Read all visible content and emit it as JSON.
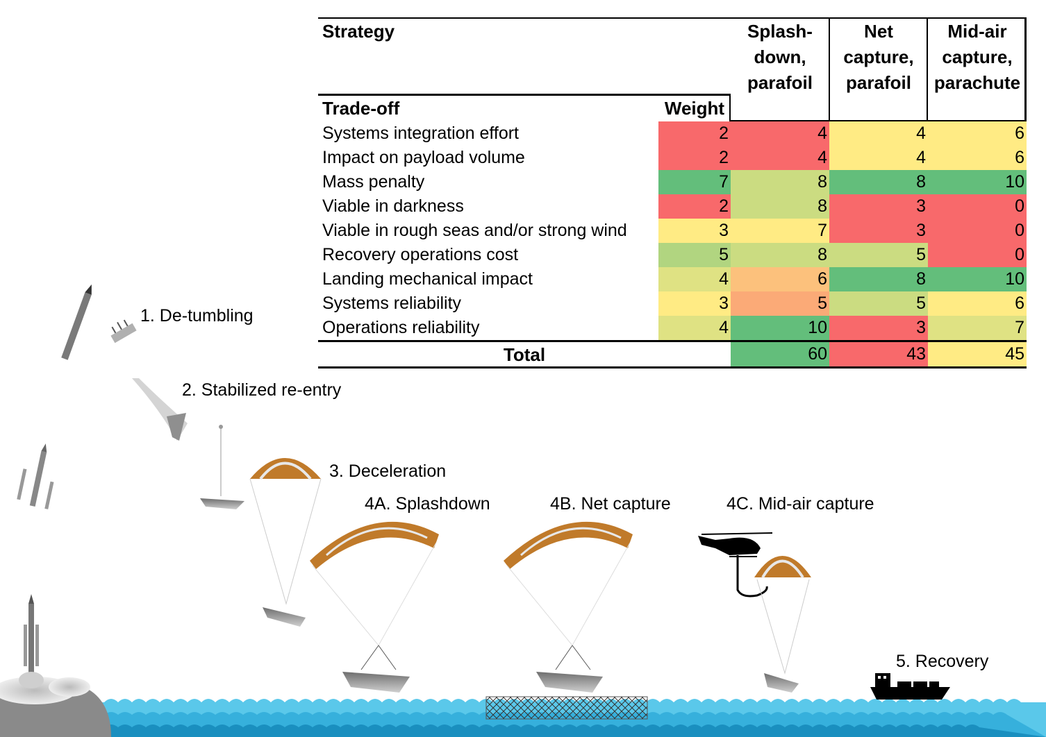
{
  "table": {
    "strategy_label": "Strategy",
    "tradeoff_label": "Trade-off",
    "weight_label": "Weight",
    "total_label": "Total",
    "columns": [
      {
        "lines": [
          "Splash-",
          "down,",
          "parafoil"
        ]
      },
      {
        "lines": [
          "Net",
          "capture,",
          "parafoil"
        ]
      },
      {
        "lines": [
          "Mid-air",
          "capture,",
          "parachute"
        ]
      }
    ],
    "rows": [
      {
        "label": "Systems integration effort",
        "weight": "2",
        "scores": [
          "4",
          "4",
          "6"
        ]
      },
      {
        "label": "Impact on payload volume",
        "weight": "2",
        "scores": [
          "4",
          "4",
          "6"
        ]
      },
      {
        "label": "Mass penalty",
        "weight": "7",
        "scores": [
          "8",
          "8",
          "10"
        ]
      },
      {
        "label": "Viable in darkness",
        "weight": "2",
        "scores": [
          "8",
          "3",
          "0"
        ]
      },
      {
        "label": "Viable in rough seas and/or strong wind",
        "weight": "3",
        "scores": [
          "7",
          "3",
          "0"
        ]
      },
      {
        "label": "Recovery operations cost",
        "weight": "5",
        "scores": [
          "8",
          "5",
          "0"
        ]
      },
      {
        "label": "Landing mechanical impact",
        "weight": "4",
        "scores": [
          "6",
          "8",
          "10"
        ]
      },
      {
        "label": "Systems reliability",
        "weight": "3",
        "scores": [
          "5",
          "5",
          "6"
        ]
      },
      {
        "label": "Operations reliability",
        "weight": "4",
        "scores": [
          "10",
          "3",
          "7"
        ]
      }
    ],
    "totals": [
      "60",
      "43",
      "45"
    ],
    "colors": {
      "red": "#f8696b",
      "orange": "#fbaa77",
      "light_orange": "#fcc17c",
      "yellow": "#ffeb84",
      "yellow_green": "#dfe283",
      "light_green": "#cbdc81",
      "mid_green": "#b1d580",
      "green": "#63be7b"
    },
    "weight_colors": [
      "red",
      "red",
      "green",
      "red",
      "yellow",
      "mid_green",
      "yellow_green",
      "yellow",
      "yellow_green"
    ],
    "score_colors": [
      [
        "red",
        "yellow",
        "yellow"
      ],
      [
        "red",
        "yellow",
        "yellow"
      ],
      [
        "light_green",
        "green",
        "green"
      ],
      [
        "light_green",
        "red",
        "red"
      ],
      [
        "yellow",
        "red",
        "red"
      ],
      [
        "light_green",
        "light_green",
        "red"
      ],
      [
        "light_orange",
        "green",
        "green"
      ],
      [
        "orange",
        "light_green",
        "yellow"
      ],
      [
        "green",
        "red",
        "yellow_green"
      ]
    ],
    "total_colors": [
      "green",
      "red",
      "yellow"
    ]
  },
  "stages": {
    "detumbling": "1. De-tumbling",
    "reentry": "2. Stabilized re-entry",
    "deceleration": "3. Deceleration",
    "splashdown": "4A. Splashdown",
    "net_capture": "4B. Net capture",
    "midair_capture": "4C. Mid-air capture",
    "recovery": "5. Recovery"
  },
  "scene_colors": {
    "sea_light": "#5ac8ea",
    "sea_dark": "#1a8fbf",
    "canopy_orange": "#c07a2a",
    "canopy_white": "#e8e8e8",
    "boat_gray": "#8f8f8f"
  }
}
